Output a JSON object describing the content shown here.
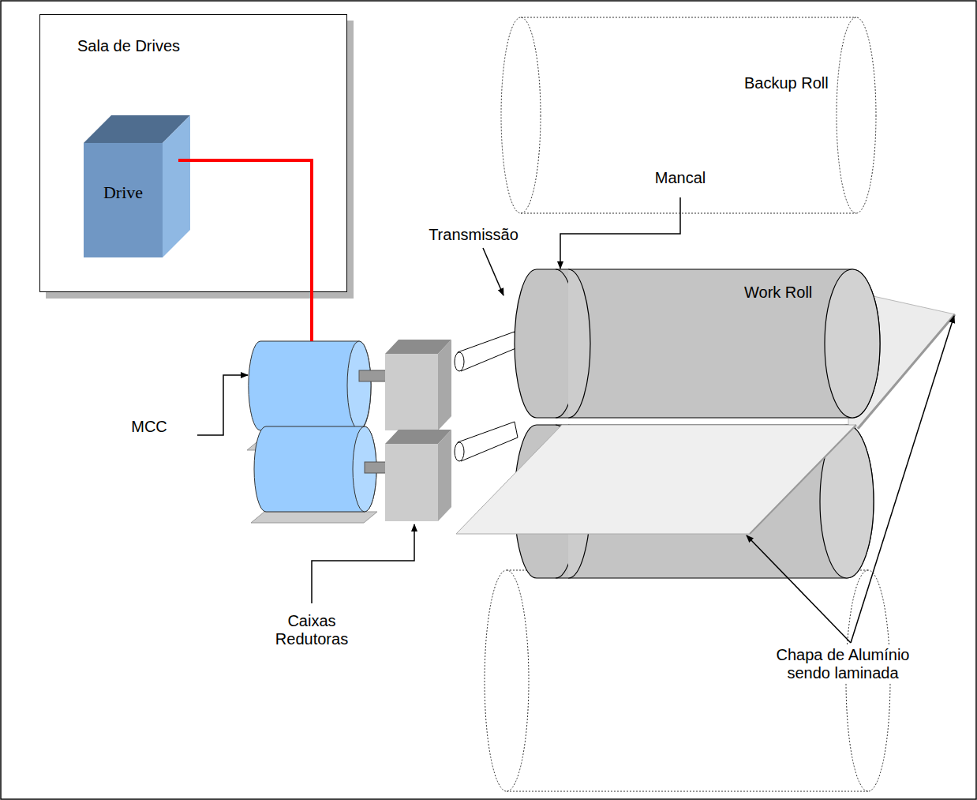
{
  "diagram": {
    "nodes": [
      {
        "text": [
          "Sala de Drives"
        ]
      },
      {
        "text": [
          "Drive"
        ],
        "in": 0
      },
      {
        "text": [
          "Backup Roll"
        ]
      },
      {
        "text": [
          "Work Roll"
        ]
      }
    ],
    "labels": [
      "Mancal",
      "Transmissão",
      "MCC",
      "Caixas Redutoras",
      "Chapa de Alumínio sendo laminada"
    ]
  }
}
